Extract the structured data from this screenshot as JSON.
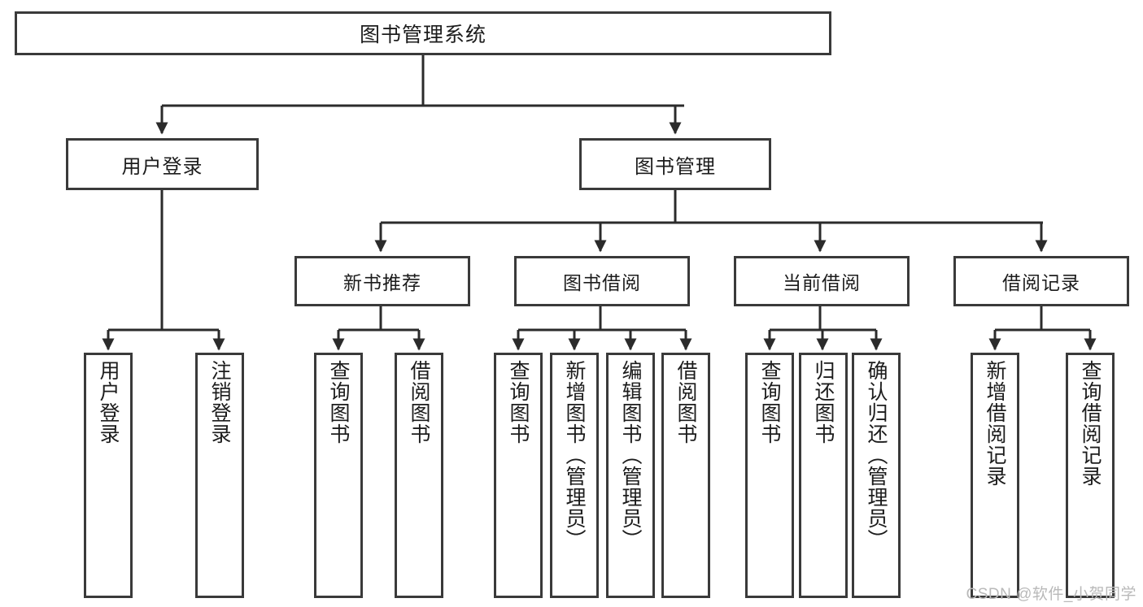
{
  "diagram": {
    "title": "图书管理系统",
    "watermark": "CSDN @软件_小贺同学",
    "colors": {
      "background": "#ffffff",
      "box_border": "#3a3a3a",
      "box_fill": "#ffffff",
      "text": "#1c1c1c",
      "edge": "#2b2b2b",
      "watermark": "#b9b9b9"
    },
    "root": {
      "label": "图书管理系统"
    },
    "level2": [
      {
        "label": "用户登录"
      },
      {
        "label": "图书管理"
      }
    ],
    "level3": [
      {
        "label": "新书推荐"
      },
      {
        "label": "图书借阅"
      },
      {
        "label": "当前借阅"
      },
      {
        "label": "借阅记录"
      }
    ],
    "leaves": [
      {
        "label": "用户登录",
        "parent": "用户登录"
      },
      {
        "label": "注销登录",
        "parent": "用户登录"
      },
      {
        "label": "查询图书",
        "parent": "新书推荐"
      },
      {
        "label": "借阅图书",
        "parent": "新书推荐"
      },
      {
        "label": "查询图书",
        "parent": "图书借阅"
      },
      {
        "label": "新增图书（管理员）",
        "parent": "图书借阅"
      },
      {
        "label": "编辑图书（管理员）",
        "parent": "图书借阅"
      },
      {
        "label": "借阅图书",
        "parent": "图书借阅"
      },
      {
        "label": "查询图书",
        "parent": "当前借阅"
      },
      {
        "label": "归还图书",
        "parent": "当前借阅"
      },
      {
        "label": "确认归还（管理员）",
        "parent": "当前借阅"
      },
      {
        "label": "新增借阅记录",
        "parent": "借阅记录"
      },
      {
        "label": "查询借阅记录",
        "parent": "借阅记录"
      }
    ]
  }
}
